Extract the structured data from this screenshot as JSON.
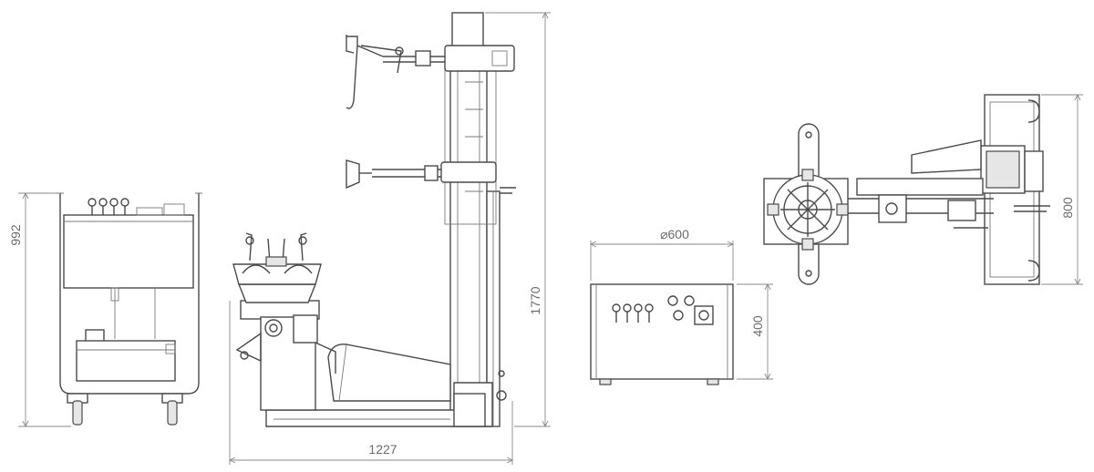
{
  "dimensions": {
    "cart_height": "992",
    "machine_width": "1227",
    "machine_height": "1770",
    "box_diameter": "⌀600",
    "box_height": "400",
    "top_depth": "800"
  },
  "colors": {
    "line": "#4a4a4a",
    "dimension": "#8a8a8a",
    "background": "#ffffff"
  }
}
